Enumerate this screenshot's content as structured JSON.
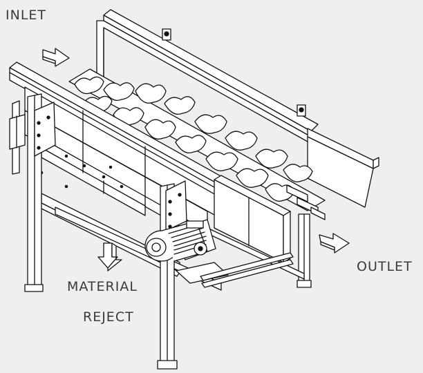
{
  "labels": {
    "inlet": "INLET",
    "outlet": "OUTLET",
    "material": "MATERIAL",
    "reject": "REJECT"
  },
  "colors": {
    "background": "#efefef",
    "line": "#111111",
    "label": "#3a3a3a",
    "arrow_fill": "#ffffff"
  },
  "icons": {
    "inlet_arrow": "flow-arrow-icon",
    "outlet_arrow": "flow-arrow-icon",
    "reject_arrow": "down-arrow-icon"
  }
}
